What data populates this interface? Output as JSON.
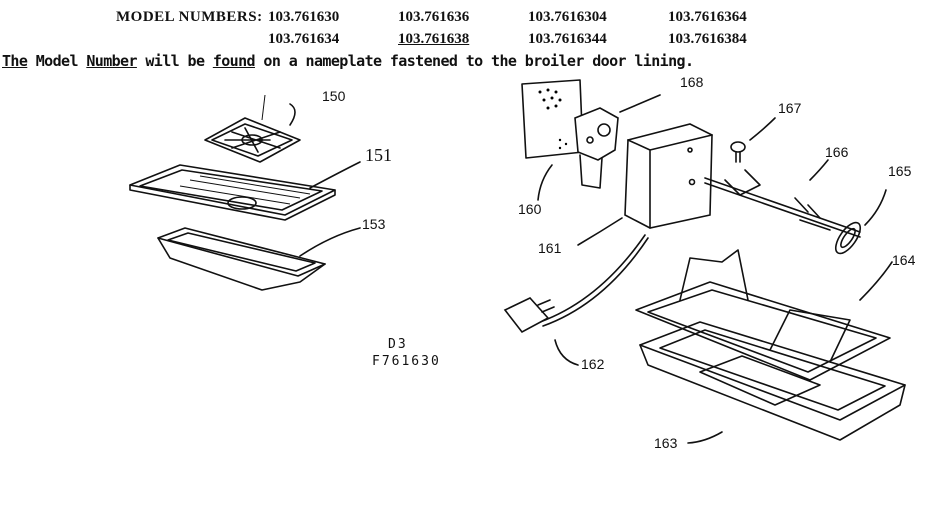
{
  "header": {
    "label": "MODEL NUMBERS:",
    "models_row1": [
      "103.761630",
      "103.761636",
      "103.7616304",
      "103.7616364"
    ],
    "models_row2": [
      "103.761634",
      "103.761638",
      "103.7616344",
      "103.7616384"
    ]
  },
  "note": {
    "part1": "The",
    "part2": "Model",
    "part3": "Number",
    "part4": "will be",
    "part5": "found",
    "part6": "on a nameplate fastened to the broiler door lining."
  },
  "callouts": {
    "c150": "150",
    "c151": "151",
    "c153": "153",
    "c160": "160",
    "c161": "161",
    "c162": "162",
    "c163": "163",
    "c164": "164",
    "c165": "165",
    "c166": "166",
    "c167": "167",
    "c168": "168"
  },
  "diagram_code": {
    "line1": "D3",
    "line2": "F761630"
  }
}
